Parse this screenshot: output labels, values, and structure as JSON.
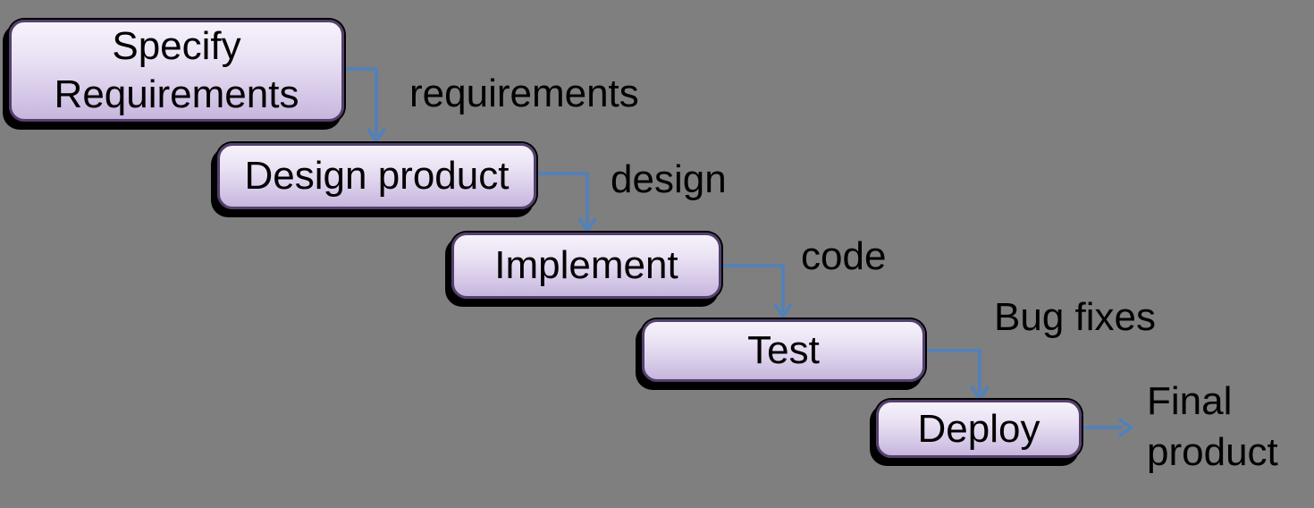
{
  "canvas": {
    "background_color": "#7f7f7f",
    "description": "Waterfall software development process diagram"
  },
  "colors": {
    "box_border": "#54406e",
    "box_fill_top": "#f6f2fb",
    "box_fill_bottom": "#c6b6dd",
    "box_shadow": "#000000",
    "arrow": "#4f81bd",
    "text": "#000000"
  },
  "boxes": [
    {
      "label": "Specify Requirements"
    },
    {
      "label": "Design product"
    },
    {
      "label": "Implement"
    },
    {
      "label": "Test"
    },
    {
      "label": "Deploy"
    }
  ],
  "arrow_labels": [
    {
      "label": "requirements"
    },
    {
      "label": "design"
    },
    {
      "label": "code"
    },
    {
      "label": "Bug fixes"
    },
    {
      "label": "Final product"
    }
  ]
}
